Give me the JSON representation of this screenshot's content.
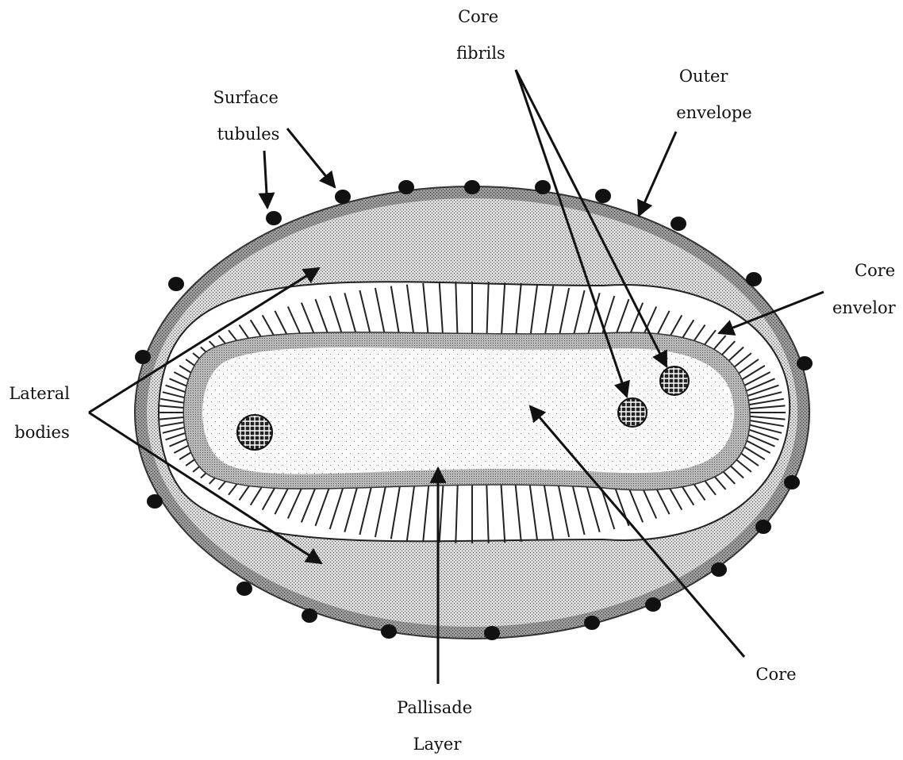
{
  "labels": {
    "core_fibrils": [
      "Core",
      "fibrils"
    ],
    "outer_envelope": [
      "Outer",
      "envelope"
    ],
    "surface_tubules": [
      "Surface",
      "tubules"
    ],
    "core_envelope": [
      "Core",
      "envelor"
    ],
    "lateral_bodies": [
      "Lateral",
      "bodies"
    ],
    "core": [
      "Core"
    ],
    "pallisade_layer": [
      "Pallisade",
      "Layer"
    ]
  },
  "colors": {
    "ink": "#111111",
    "outer_envelope_fill": "#8a8a8a",
    "lateral_body_fill": "#cfcfcf",
    "core_fill": "#f4f4f4",
    "core_envelope_fill": "#a6a6a6",
    "background": "#ffffff"
  }
}
